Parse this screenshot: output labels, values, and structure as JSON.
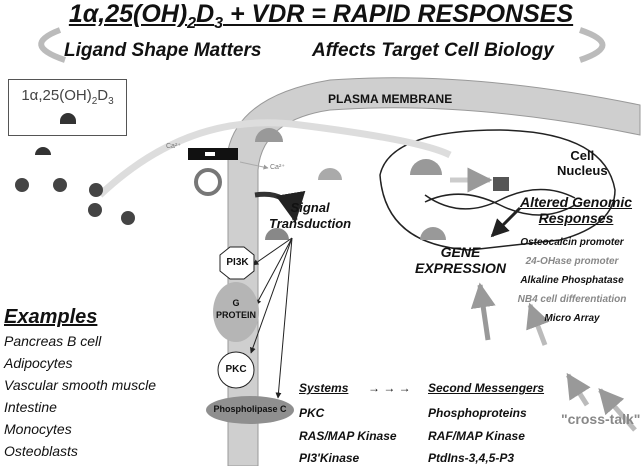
{
  "title": {
    "pre": "1α,25(OH)",
    "sub": "2",
    "mid": "D",
    "sub2": "3",
    "post": " + VDR = RAPID RESPONSES"
  },
  "subtitle_left": "Ligand Shape Matters",
  "subtitle_right": "Affects Target Cell Biology",
  "ligand_box": {
    "pre": "1α,25(OH)",
    "sub": "2",
    "mid": "D",
    "sub2": "3"
  },
  "plasma_membrane": "PLASMA MEMBRANE",
  "ca_in": "Ca²⁺",
  "ca_out": "Ca²⁺",
  "cell_nucleus": [
    "Cell",
    "Nucleus"
  ],
  "altered_genomic": [
    "Altered Genomic",
    "Responses"
  ],
  "genomic_list": [
    {
      "text": "Osteocalcin promoter",
      "color": "#111111"
    },
    {
      "text": "24-OHase promoter",
      "color": "#888888"
    },
    {
      "text": "Alkaline Phosphatase",
      "color": "#111111"
    },
    {
      "text": "NB4 cell differentiation",
      "color": "#888888"
    },
    {
      "text": "Micro Array",
      "color": "#111111"
    }
  ],
  "gene_expression": [
    "GENE",
    "EXPRESSION"
  ],
  "signal_transduction": [
    "Signal",
    "Transduction"
  ],
  "nodes": {
    "pi3k": "PI3K",
    "g_protein": [
      "G",
      "PROTEIN"
    ],
    "pkc": "PKC",
    "phospholipase": "Phospholipase C"
  },
  "examples_heading": "Examples",
  "examples": [
    "Pancreas B cell",
    "Adipocytes",
    "Vascular smooth muscle",
    "Intestine",
    "Monocytes",
    "Osteoblasts"
  ],
  "systems_heading": "Systems",
  "arrows_text": "→ → →",
  "second_messengers_heading": "Second Messengers",
  "systems": [
    "PKC",
    "RAS/MAP Kinase",
    "PI3'Kinase"
  ],
  "second_messengers": [
    "Phosphoproteins",
    "RAF/MAP Kinase",
    "PtdIns-3,4,5-P3"
  ],
  "cross_talk": "\"cross-talk\""
}
